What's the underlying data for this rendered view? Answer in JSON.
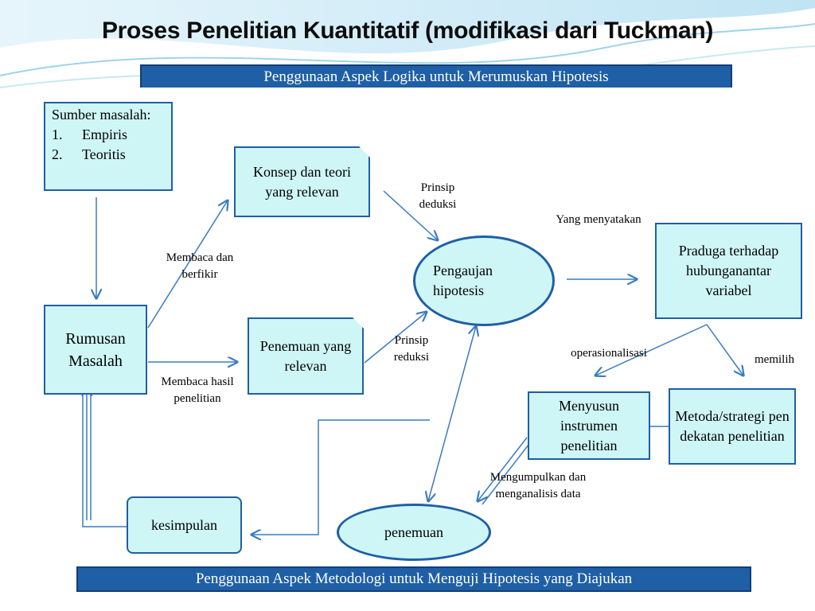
{
  "title": "Proses Penelitian Kuantitatif (modifikasi dari Tuckman)",
  "banner_top": "Penggunaan Aspek Logika untuk Merumuskan Hipotesis",
  "banner_bottom": "Penggunaan Aspek Metodologi untuk Menguji Hipotesis yang Diajukan",
  "nodes": {
    "sumber": {
      "heading": "Sumber masalah:",
      "items": [
        {
          "num": "1.",
          "text": "Empiris"
        },
        {
          "num": "2.",
          "text": "Teoritis"
        }
      ]
    },
    "rumusan": "Rumusan Masalah",
    "konsep": "Konsep dan teori yang relevan",
    "penemuan_relevan": "Penemuan yang relevan",
    "pengajuan": "Pengaujan hipotesis",
    "praduga": "Praduga terhadap hubunganantar variabel",
    "menyusun": "Menyusun instrumen penelitian",
    "metoda": "Metoda/strategi pendekatan penelitian",
    "penemuan": "penemuan",
    "kesimpulan": "kesimpulan"
  },
  "labels": {
    "membaca_berfikir": "Membaca dan berfikir",
    "membaca_hasil": "Membaca hasil penelitian",
    "prinsip_deduksi": "Prinsip deduksi",
    "prinsip_reduksi": "Prinsip reduksi",
    "yang_menyatakan": "Yang menyatakan",
    "operasionalisasi": "operasionalisasi",
    "memilih": "memilih",
    "mengumpulkan": "Mengumpulkan dan menganalisis data"
  },
  "colors": {
    "box_fill": "#cff6f6",
    "box_border": "#1f5fa6",
    "banner_fill": "#1f5fa6",
    "arrow": "#3a7bbf"
  }
}
